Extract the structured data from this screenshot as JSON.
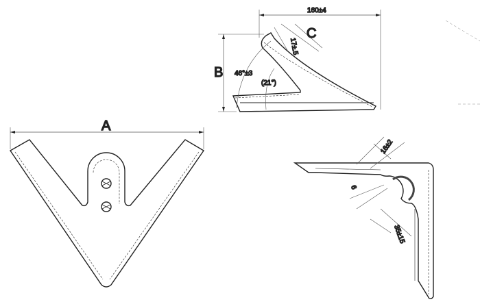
{
  "labels": {
    "a": "A",
    "b": "B",
    "c": "C",
    "width": "160±4",
    "thickness_c": "17±.5",
    "angle": "46°±3",
    "angle_inner": "(21°)",
    "top_dim": "16±2",
    "small_dim": "6",
    "radius_dim": "35±15"
  },
  "colors": {
    "line": "#222222",
    "dim_line": "#555555"
  }
}
